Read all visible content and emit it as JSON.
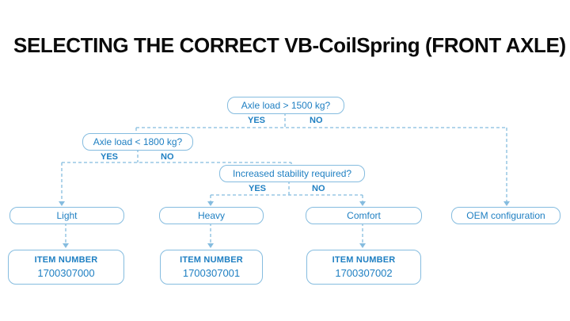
{
  "title": "SELECTING THE CORRECT VB-CoilSpring (FRONT AXLE)",
  "colors": {
    "blue": "#1e7fc2",
    "line": "#85bcdf"
  },
  "decisions": [
    {
      "question": "Axle load > 1500 kg?",
      "yes": "YES",
      "no": "NO"
    },
    {
      "question": "Axle load < 1800 kg?",
      "yes": "YES",
      "no": "NO"
    },
    {
      "question": "Increased stability required?",
      "yes": "YES",
      "no": "NO"
    }
  ],
  "results": [
    {
      "label": "Light",
      "item_header": "ITEM NUMBER",
      "item_number": "1700307000"
    },
    {
      "label": "Heavy",
      "item_header": "ITEM NUMBER",
      "item_number": "1700307001"
    },
    {
      "label": "Comfort",
      "item_header": "ITEM NUMBER",
      "item_number": "1700307002"
    },
    {
      "label": "OEM configuration"
    }
  ]
}
